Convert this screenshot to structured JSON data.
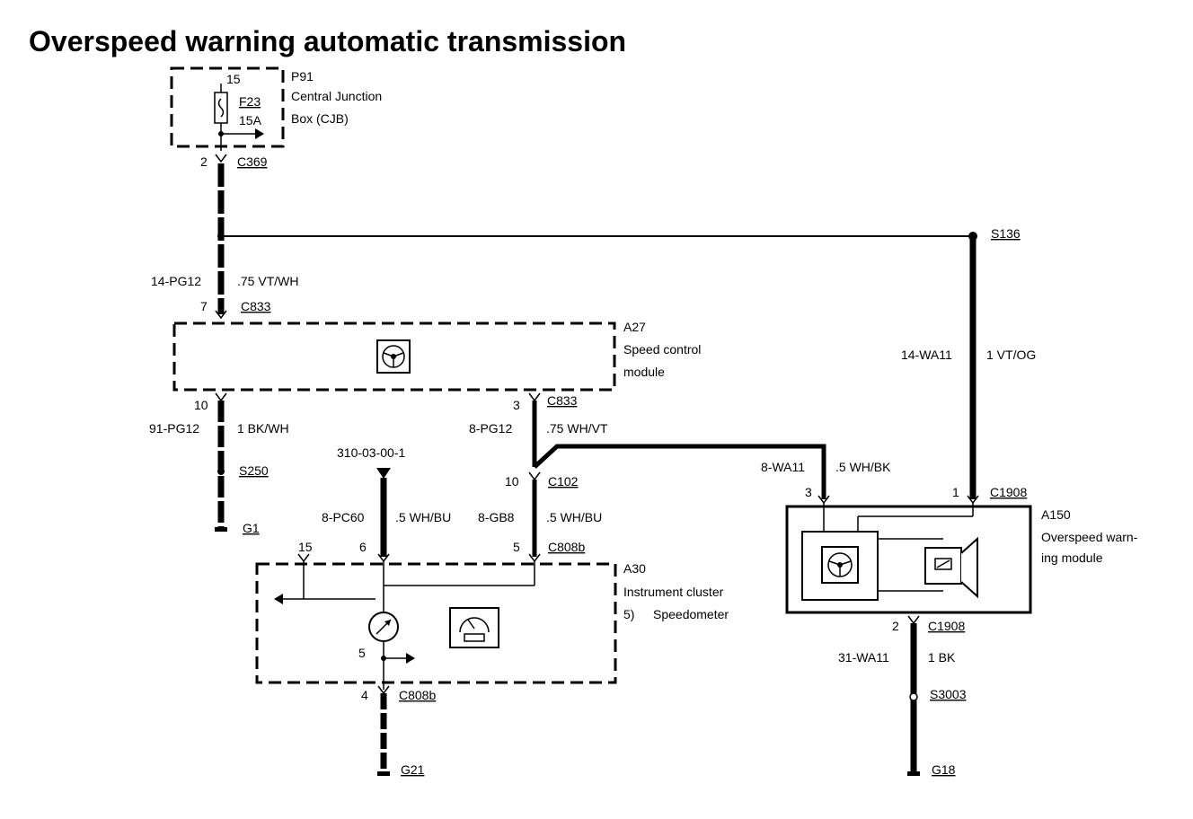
{
  "title": "Overspeed warning automatic transmission",
  "p91": {
    "id": "P91",
    "line1": "Central Junction",
    "line2": "Box (CJB)",
    "pin": "15",
    "fuse": "F23",
    "rating": "15A"
  },
  "c369": {
    "pin": "2",
    "name": "C369"
  },
  "s136": "S136",
  "wire_top": {
    "circuit": "14-PG12",
    "spec": ".75 VT/WH"
  },
  "c833_in": {
    "pin": "7",
    "name": "C833"
  },
  "a27": {
    "id": "A27",
    "line1": "Speed control",
    "line2": "module"
  },
  "right_wire": {
    "circuit": "14-WA11",
    "spec": "1 VT/OG"
  },
  "a27_out_left": {
    "pin": "10"
  },
  "a27_out_right": {
    "pin": "3",
    "name": "C833"
  },
  "wire_left": {
    "circuit": "91-PG12",
    "spec": "1 BK/WH"
  },
  "wire_mid": {
    "circuit": "8-PG12",
    "spec": ".75 WH/VT"
  },
  "s250": "S250",
  "g1": "G1",
  "ref": "310-03-00-1",
  "c102": {
    "pin": "10",
    "name": "C102"
  },
  "wire_wa11": {
    "circuit": "8-WA11",
    "spec": ".5 WH/BK"
  },
  "c1908_top": {
    "pin3": "3",
    "pin1": "1",
    "name": "C1908"
  },
  "a150": {
    "id": "A150",
    "line1": "Overspeed warn-",
    "line2": "ing module"
  },
  "wire_pc60": {
    "circuit": "8-PC60",
    "spec": ".5 WH/BU"
  },
  "wire_gb8": {
    "circuit": "8-GB8",
    "spec": ".5 WH/BU"
  },
  "c808b_top": {
    "pin15": "15",
    "pin6": "6",
    "pin5": "5",
    "name": "C808b"
  },
  "a30": {
    "id": "A30",
    "line1": "Instrument cluster",
    "line2": "5)",
    "line3": "Speedometer",
    "inner_pin": "5"
  },
  "c1908_bottom": {
    "pin": "2",
    "name": "C1908"
  },
  "wire_31": {
    "circuit": "31-WA11",
    "spec": "1 BK"
  },
  "s3003": "S3003",
  "c808b_bottom": {
    "pin": "4",
    "name": "C808b"
  },
  "g21": "G21",
  "g18": "G18"
}
